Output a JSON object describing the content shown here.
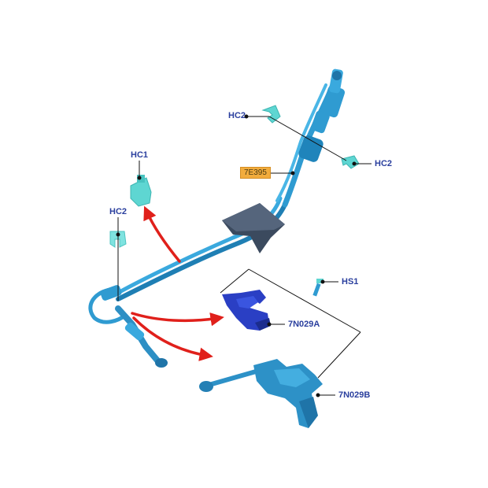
{
  "labels": {
    "hc2_top": "HC2",
    "hc2_right": "HC2",
    "hc1": "HC1",
    "hc2_left": "HC2",
    "part_7e395": "7E395",
    "hs1": "HS1",
    "part_7n029a": "7N029A",
    "part_7n029b": "7N029B"
  },
  "colors": {
    "label_text": "#2a3f9e",
    "tag_fill": "#f2ac3d",
    "cable": "#2f9bd1",
    "clip": "#5ed6d2",
    "bracket": "#2a3fc4",
    "lever": "#2d91c7",
    "arrow": "#e0201b",
    "boot": "#3b4a5e"
  }
}
